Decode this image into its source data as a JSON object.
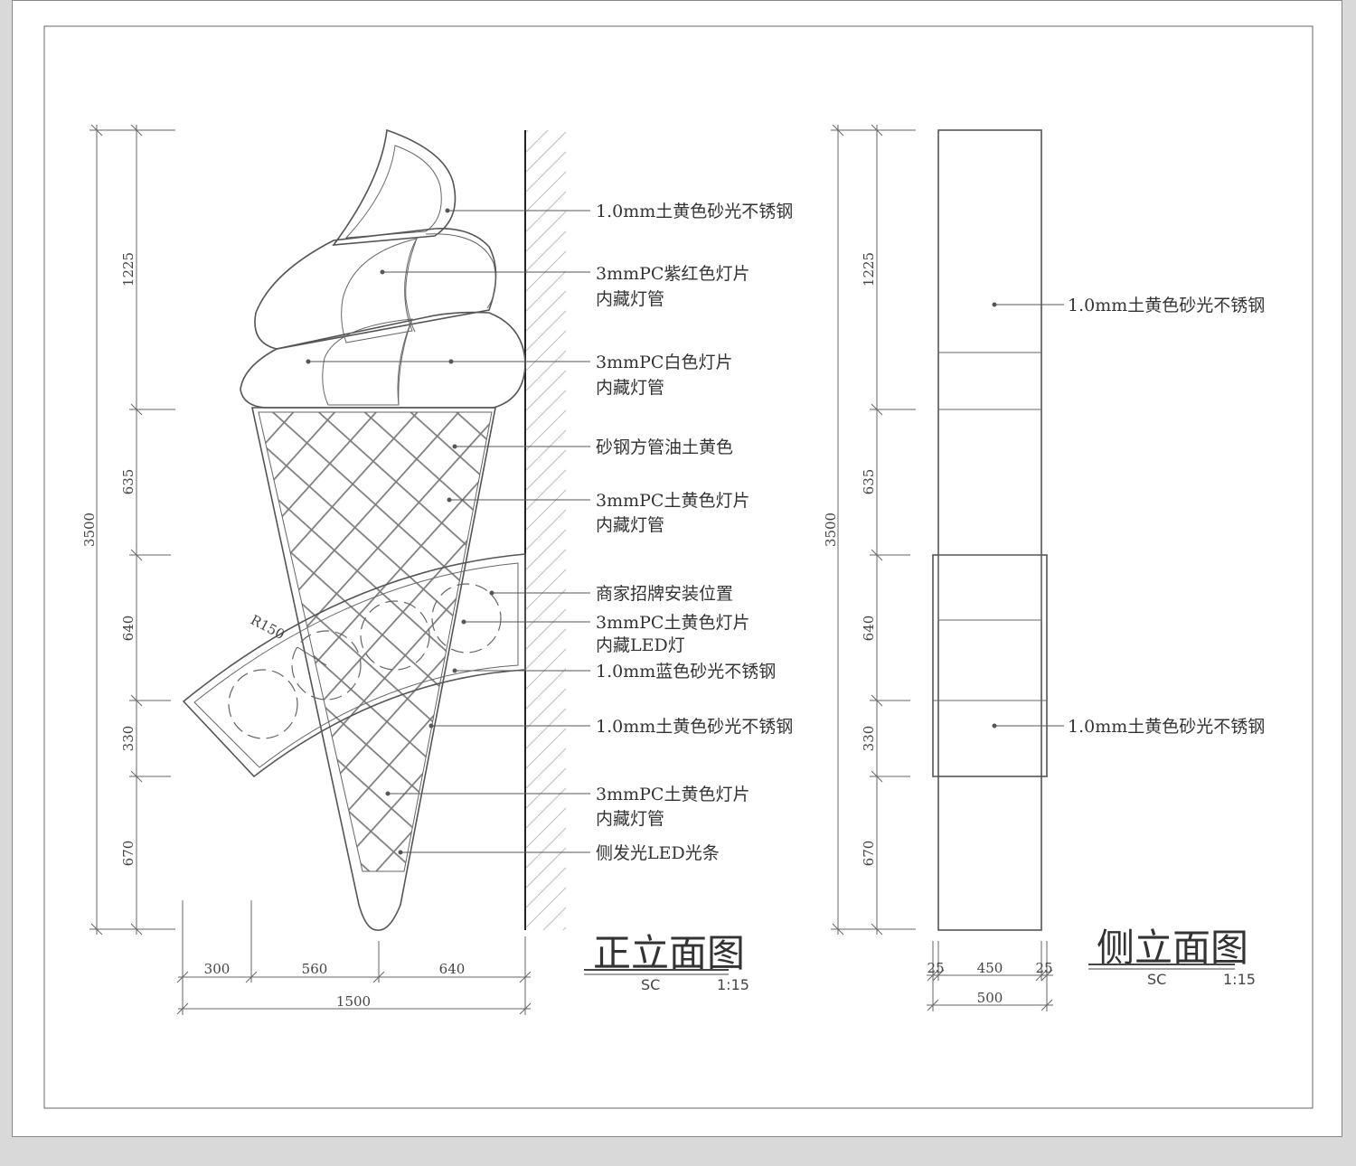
{
  "colors": {
    "line": "#555555",
    "text": "#333333",
    "paper": "#ffffff",
    "frame_bg": "#d9d9d9"
  },
  "front": {
    "title": "正立面图",
    "scale_prefix": "SC",
    "scale": "1:15",
    "labels": [
      "1.0mm土黄色砂光不锈钢",
      "3mmPC紫红色灯片",
      "内藏灯管",
      "3mmPC白色灯片",
      "内藏灯管",
      "砂钢方管油土黄色",
      "3mmPC土黄色灯片",
      "内藏灯管",
      "商家招牌安装位置",
      "3mmPC土黄色灯片",
      "内藏LED灯",
      "1.0mm蓝色砂光不锈钢",
      "1.0mm土黄色砂光不锈钢",
      "3mmPC土黄色灯片",
      "内藏灯管",
      "侧发光LED光条"
    ],
    "radius_label": "R150",
    "vertical_dims": {
      "total": "3500",
      "segments": [
        "1225",
        "635",
        "640",
        "330",
        "670"
      ]
    },
    "horizontal_dims": {
      "segments": [
        "300",
        "560",
        "640"
      ],
      "total": "1500"
    }
  },
  "side": {
    "title": "侧立面图",
    "scale_prefix": "SC",
    "scale": "1:15",
    "labels": [
      "1.0mm土黄色砂光不锈钢",
      "1.0mm土黄色砂光不锈钢"
    ],
    "vertical_dims": {
      "total": "3500",
      "segments": [
        "1225",
        "635",
        "640",
        "330",
        "670"
      ]
    },
    "horizontal_dims": {
      "segments": [
        "25",
        "450",
        "25"
      ],
      "total": "500"
    }
  }
}
